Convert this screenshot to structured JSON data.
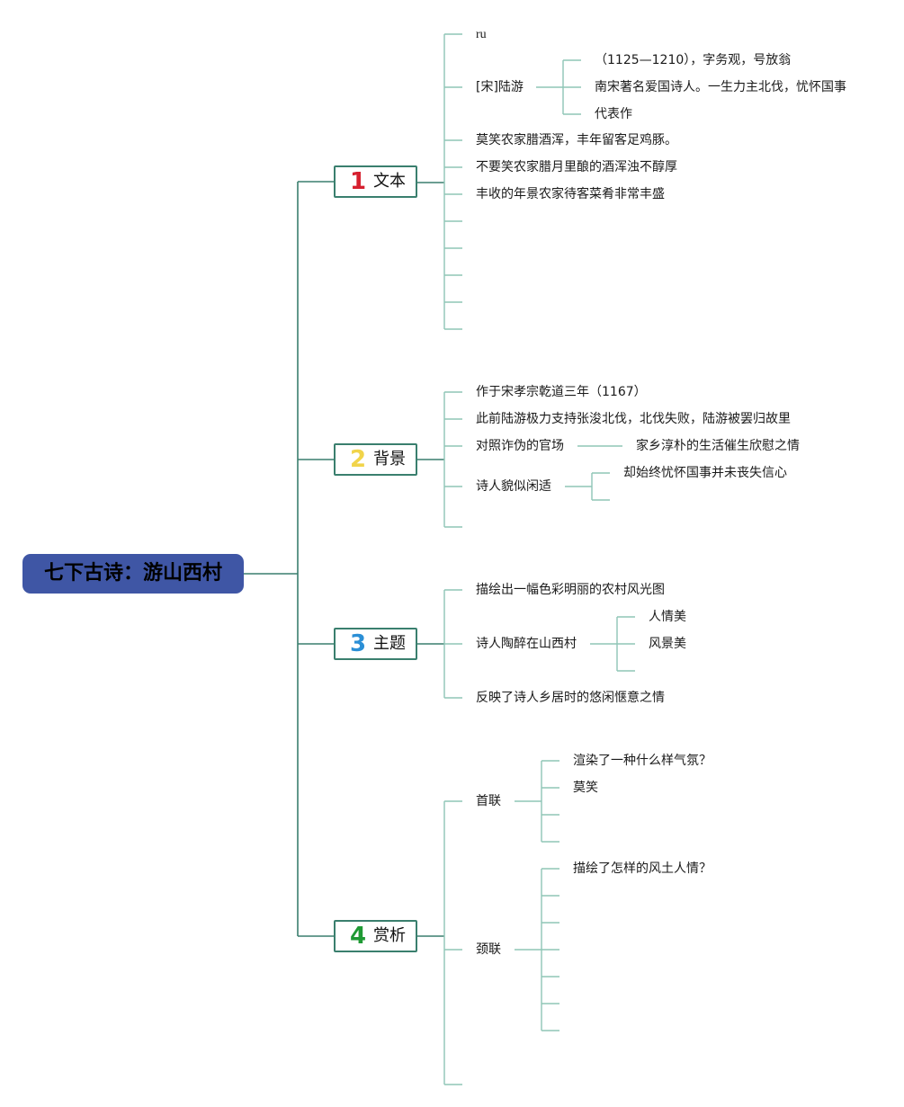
{
  "root": {
    "title": "七下古诗：游山西村",
    "color": "#3f56a5"
  },
  "branches": [
    {
      "num": "1",
      "label": "文本",
      "numColor": "#d6202f"
    },
    {
      "num": "2",
      "label": "背景",
      "numColor": "#f1d44a"
    },
    {
      "num": "3",
      "label": "主题",
      "numColor": "#2b8fd6"
    },
    {
      "num": "4",
      "label": "赏析",
      "numColor": "#1f9a34"
    }
  ],
  "text": {
    "ru": "ru",
    "author": "[宋]陆游",
    "author_dates": "（1125—1210），字务观，号放翁",
    "author_desc": "南宋著名爱国诗人。一生力主北伐，忧怀国事",
    "author_works": "代表作",
    "line1": "莫笑农家腊酒浑，丰年留客足鸡豚。",
    "line2": "不要笑农家腊月里酿的酒浑浊不醇厚",
    "line3": "丰收的年景农家待客菜肴非常丰盛"
  },
  "background": {
    "b1": "作于宋孝宗乾道三年（1167）",
    "b2": "此前陆游极力支持张浚北伐，北伐失败，陆游被罢归故里",
    "b3": "对照诈伪的官场",
    "b3_child": "家乡淳朴的生活催生欣慰之情",
    "b4": "诗人貌似闲适",
    "b4_child": "却始终忧怀国事并未丧失信心"
  },
  "theme": {
    "t1": "描绘出一幅色彩明丽的农村风光图",
    "t2": "诗人陶醉在山西村",
    "t2_c1": "人情美",
    "t2_c2": "风景美",
    "t3": "反映了诗人乡居时的悠闲惬意之情"
  },
  "analysis": {
    "a1": "首联",
    "a1_c1": "渲染了一种什么样气氛？",
    "a1_c2": "莫笑",
    "a2": "颈联",
    "a2_c1": "描绘了怎样的风土人情？"
  },
  "colors": {
    "line": "#3a7f6e",
    "line_light": "#8fc5b6"
  }
}
